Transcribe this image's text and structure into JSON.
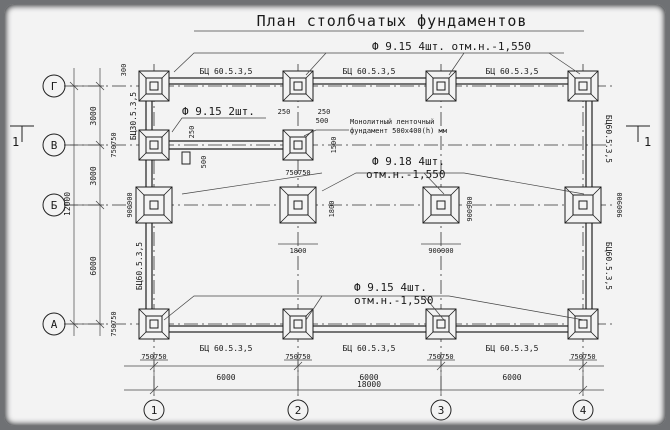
{
  "title": "План столбчатых фундаментов",
  "axes_letters": [
    "Г",
    "В",
    "Б",
    "А"
  ],
  "axes_numbers": [
    "1",
    "2",
    "3",
    "4"
  ],
  "section_marker": "1",
  "beam_label_top": [
    "БЦ 60.5.3,5",
    "БЦ 60.5.3,5",
    "БЦ 60.5.3,5"
  ],
  "beam_label_bottom": [
    "БЦ 60.5.3,5",
    "БЦ 60.5.3,5",
    "БЦ 60.5.3,5"
  ],
  "beam_label_left_top": "БЦ30.5.3,5",
  "beam_label_left_bottom": "БЦ60.5.3,5",
  "beam_label_right_top": "БЦ60.5.3,5",
  "beam_label_right_bottom": "БЦ60.5.3,5",
  "callouts": {
    "top": "Ф 9.15   4шт. отм.н.-1,550",
    "mid_left": "Ф 9.15  2шт.",
    "strip_note_1": "Монолитный ленточный",
    "strip_note_2": "фундамент 500х400(h) мм",
    "mid_right_1": "Ф 9.18   4шт.",
    "mid_right_2": "отм.н.-1,550",
    "bottom_1": "Ф 9.15   4шт.",
    "bottom_2": "отм.н.-1,550"
  },
  "dims": {
    "span": "6000",
    "total": "18000",
    "left_3000": "3000",
    "left_6000": "6000",
    "left_total": "12000",
    "left_top": "300",
    "pair_750": "750750",
    "pair_900": "900900",
    "d1800": "1800",
    "d1500": "1500",
    "d250": "250",
    "d500": "500"
  }
}
